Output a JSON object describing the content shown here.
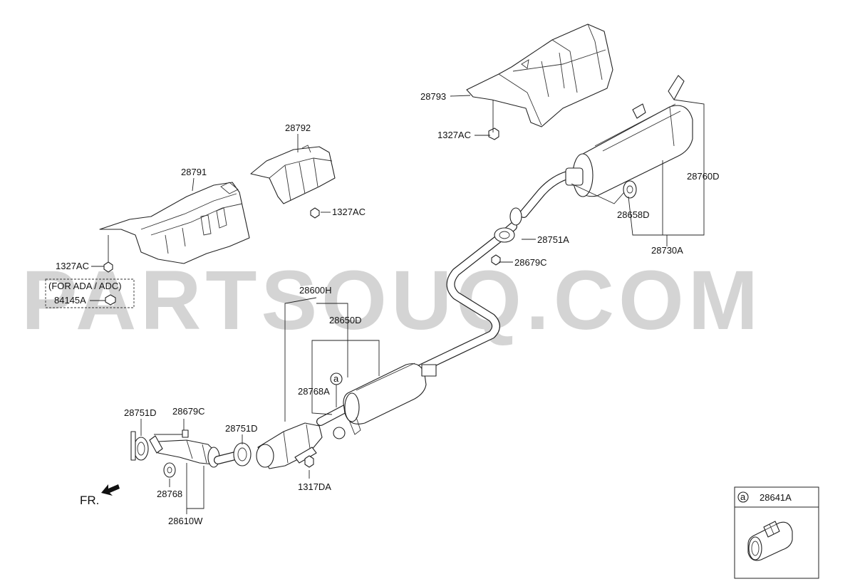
{
  "watermark": "PARTSOUQ.COM",
  "direction": {
    "label": "FR."
  },
  "callout": {
    "letter": "a",
    "part": "28641A"
  },
  "note": {
    "condition": "(FOR ADA / ADC)",
    "part": "84145A"
  },
  "labels": {
    "p28793": "28793",
    "p1327ac_a": "1327AC",
    "p28792": "28792",
    "p28791": "28791",
    "p1327ac_b": "1327AC",
    "p1327ac_c": "1327AC",
    "p28760d": "28760D",
    "p28658d": "28658D",
    "p28751a": "28751A",
    "p28730a": "28730A",
    "p28679c_a": "28679C",
    "p28600h": "28600H",
    "p28650d": "28650D",
    "p28768a": "28768A",
    "p28751d_a": "28751D",
    "p28679c_b": "28679C",
    "p28751d_b": "28751D",
    "p28768": "28768",
    "p1317da": "1317DA",
    "p28610w": "28610W"
  }
}
